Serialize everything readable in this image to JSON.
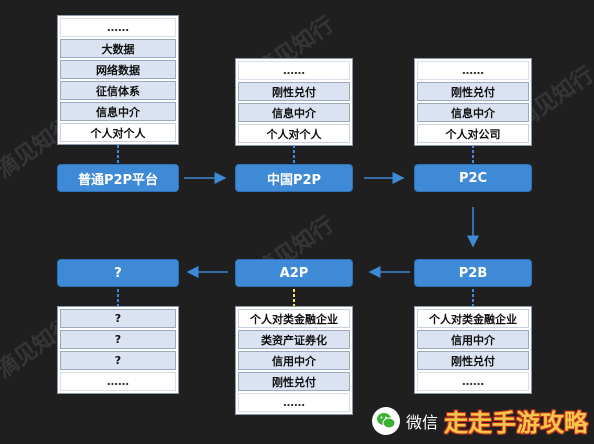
{
  "watermark": "滴见知行",
  "nodes": {
    "p2p_platform": "普通P2P平台",
    "china_p2p": "中国P2P",
    "p2c": "P2C",
    "p2b": "P2B",
    "a2p": "A2P",
    "unknown": "?"
  },
  "stacks": {
    "p2p_platform": [
      "……",
      "大数据",
      "网络数据",
      "征信体系",
      "信息中介",
      "个人对个人"
    ],
    "china_p2p": [
      "……",
      "刚性兑付",
      "信息中介",
      "个人对个人"
    ],
    "p2c": [
      "……",
      "刚性兑付",
      "信息中介",
      "个人对公司"
    ],
    "unknown": [
      "?",
      "?",
      "?",
      "……"
    ],
    "a2p": [
      "个人对类金融企业",
      "类资产证券化",
      "信用中介",
      "刚性兑付",
      "……"
    ],
    "p2b": [
      "个人对类金融企业",
      "信用中介",
      "刚性兑付",
      "……"
    ]
  },
  "branding": {
    "wechat_prefix": "微信",
    "logo_text": "走走手游攻略"
  },
  "colors": {
    "background": "#1f1f1f",
    "node": "#3f8ad6",
    "arrow": "#3f8ad6",
    "highlight_cell": "#dbe3f2",
    "connector": "#f2e35a"
  }
}
